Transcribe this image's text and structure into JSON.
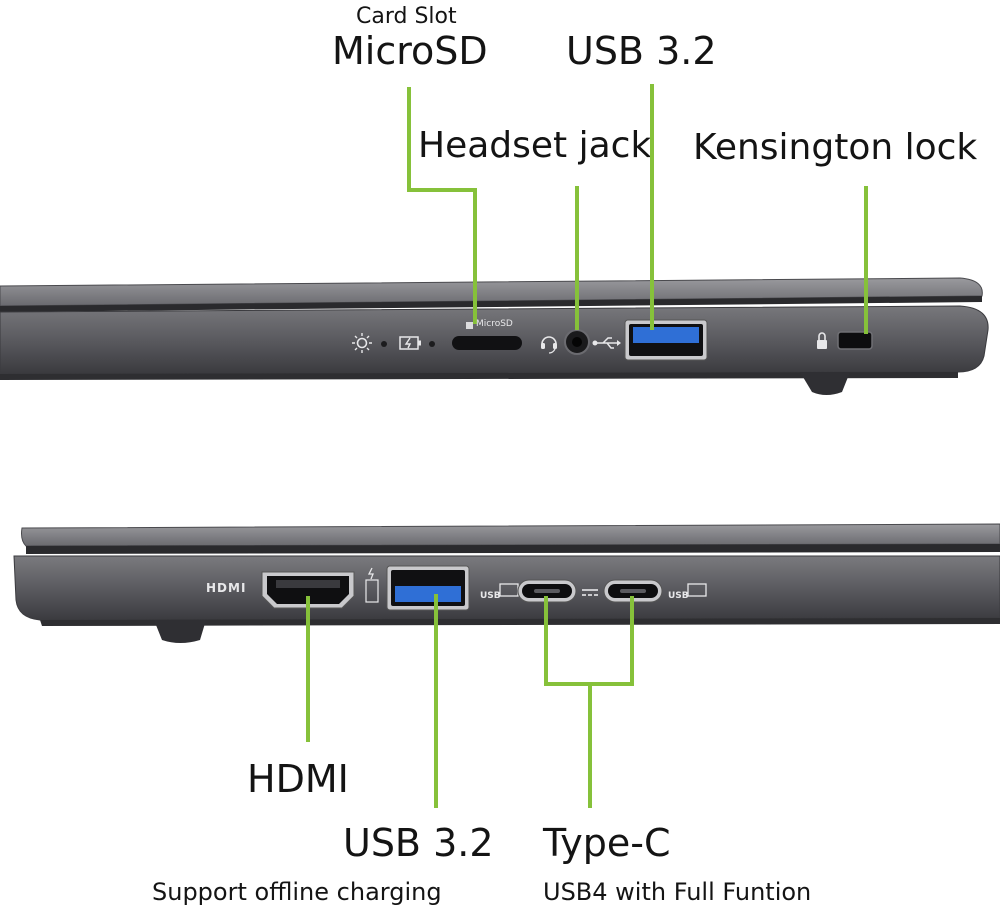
{
  "colors": {
    "leader": "#86c13a",
    "body_dark": "#3e3e42",
    "body_mid": "#5c5c61",
    "body_light": "#8a8a8e",
    "usb_blue": "#2f6fd6"
  },
  "top_view": {
    "labels": {
      "card_slot": "Card Slot",
      "microsd": "MicroSD",
      "headset_jack": "Headset jack",
      "usb32": "USB 3.2",
      "kensington": "Kensington lock"
    },
    "engravings": {
      "microsd_text": "MicroSD"
    }
  },
  "bottom_view": {
    "labels": {
      "hdmi": "HDMI",
      "usb32": "USB 3.2",
      "usb32_note": "Support offline charging",
      "typec": "Type-C",
      "typec_note": "USB4 with Full Funtion"
    },
    "engravings": {
      "hdmi_text": "HDMI",
      "usb_text": "USB"
    }
  }
}
